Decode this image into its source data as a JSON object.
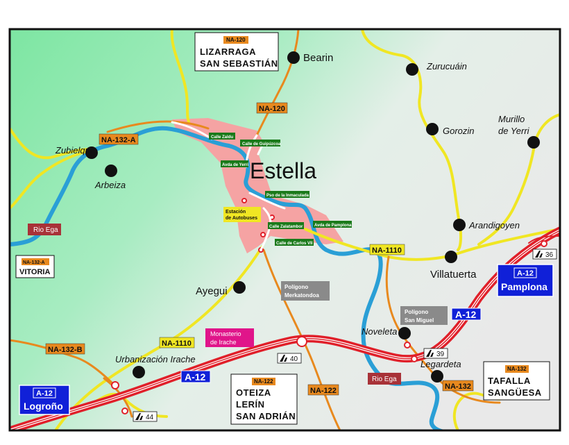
{
  "title": "Estella",
  "towns": {
    "bearin": "Bearin",
    "zurucuain": "Zurucuáin",
    "gorozin": "Gorozin",
    "murillo_1": "Murillo",
    "murillo_2": "de Yerri",
    "zubielqui": "Zubielqui",
    "arbeiza": "Arbeiza",
    "arandigoyen": "Arandigoyen",
    "villatuerta": "Villatuerta",
    "ayegui": "Ayegui",
    "noveleta": "Noveleta",
    "legardeta": "Legardeta",
    "urbanizacion_irache": "Urbanización Irache"
  },
  "streets": {
    "calle_zaldu": "Calle Zaldu",
    "calle_guipuzcoa": "Calle de Guipúzcoa",
    "avda_yerri": "Avda de Yerri",
    "paseo_inmaculada": "Pso de la Inmaculada",
    "estacion_1": "Estación",
    "estacion_2": "de Autobuses",
    "calle_zalatambor": "Calle Zalatambor",
    "avda_pamplona": "Avda de Pamplona",
    "calle_carlos": "Calle de Carlos VII"
  },
  "roads": {
    "na120_top": "NA-120",
    "na120_mid": "NA-120",
    "na132a": "NA-132-A",
    "na132a_small": "NA-132-A",
    "na1110_east": "NA-1110",
    "na1110_west": "NA-1110",
    "na132b": "NA-132-B",
    "na122_small": "NA-122",
    "na122": "NA-122",
    "na132": "NA-132",
    "na132_small": "NA-132",
    "a12_east": "A-12",
    "a12_center": "A-12",
    "a12_pamplona": "A-12",
    "a12_logrono": "A-12"
  },
  "destinations": {
    "lizarraga": "LIZARRAGA",
    "san_sebastian": "SAN SEBASTIÁN",
    "vitoria": "VITORIA",
    "pamplona": "Pamplona",
    "logrono": "Logroño",
    "oteiza": "OTEIZA",
    "lerin": "LERÍN",
    "san_adrian": "SAN ADRIÁN",
    "tafalla": "TAFALLA",
    "sanguesa": "SANGÜESA"
  },
  "places": {
    "rio_ega_west": "Rio Ega",
    "rio_ega_east": "Rio Ega",
    "monasterio_1": "Monasterio",
    "monasterio_2": "de Irache",
    "merkatondoa_1": "Polígono",
    "merkatondoa_2": "Merkatondoa",
    "sanmiguel_1": "Polígono",
    "sanmiguel_2": "San Miguel"
  },
  "exits": {
    "exit36": "36",
    "exit39": "39",
    "exit40": "40",
    "exit44": "44"
  },
  "colors": {
    "green": "#7de6a2",
    "light_grey": "#e9e9e9",
    "urban": "#f5a3a3",
    "river": "#2a9fd6",
    "yellow_road": "#f0e623",
    "orange_road": "#e8891e",
    "motorway": "#e0202a",
    "blue_sign": "#1020d8",
    "dark_red": "#a83238",
    "magenta": "#e0158a",
    "grey_label": "#8a8a8a"
  }
}
